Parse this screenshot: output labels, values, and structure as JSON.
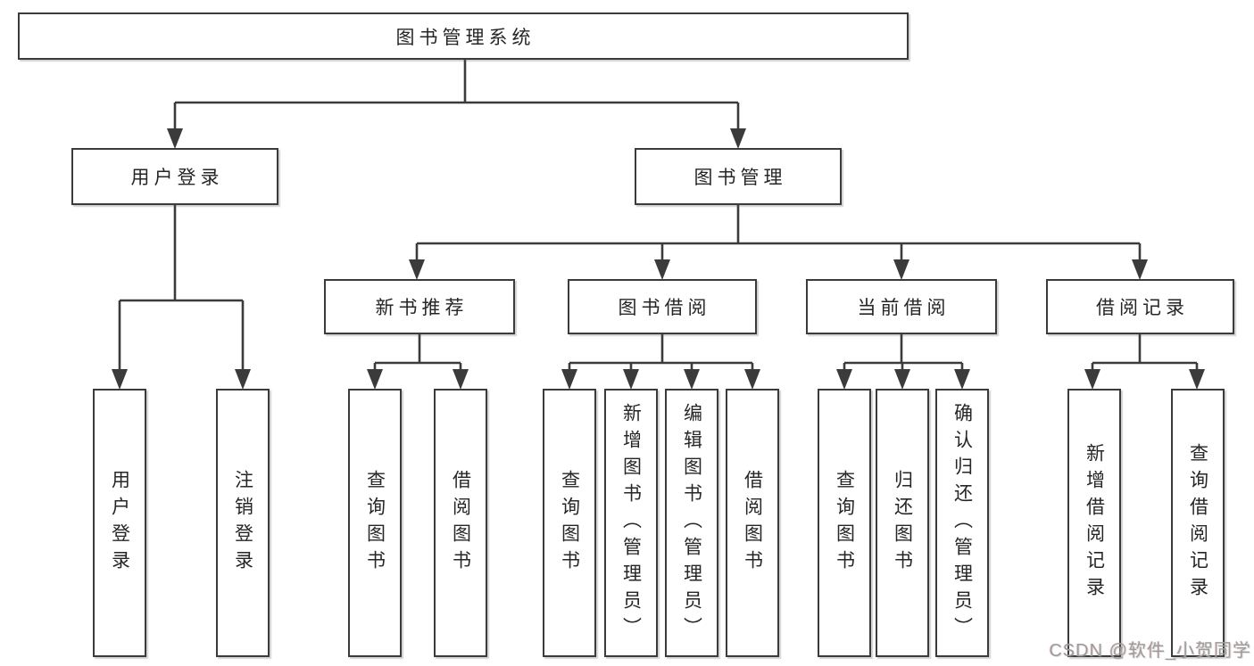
{
  "colors": {
    "line": "#3b3b3b",
    "box_border": "#3b3b3b",
    "text": "#262626",
    "watermark": "#9c9c9c"
  },
  "tree": {
    "root": {
      "label": "图书管理系统"
    },
    "branches": [
      {
        "label": "用户登录",
        "children": [
          {
            "label": "用户登录"
          },
          {
            "label": "注销登录"
          }
        ]
      },
      {
        "label": "图书管理",
        "groups": [
          {
            "label": "新书推荐",
            "children": [
              {
                "label": "查询图书"
              },
              {
                "label": "借阅图书"
              }
            ]
          },
          {
            "label": "图书借阅",
            "children": [
              {
                "label": "查询图书"
              },
              {
                "label": "新增图书（管理员）"
              },
              {
                "label": "编辑图书（管理员）"
              },
              {
                "label": "借阅图书"
              }
            ]
          },
          {
            "label": "当前借阅",
            "children": [
              {
                "label": "查询图书"
              },
              {
                "label": "归还图书"
              },
              {
                "label": "确认归还（管理员）"
              }
            ]
          },
          {
            "label": "借阅记录",
            "children": [
              {
                "label": "新增借阅记录"
              },
              {
                "label": "查询借阅记录"
              }
            ]
          }
        ]
      }
    ]
  },
  "watermark": {
    "text": "CSDN @软件_小贺同学"
  }
}
